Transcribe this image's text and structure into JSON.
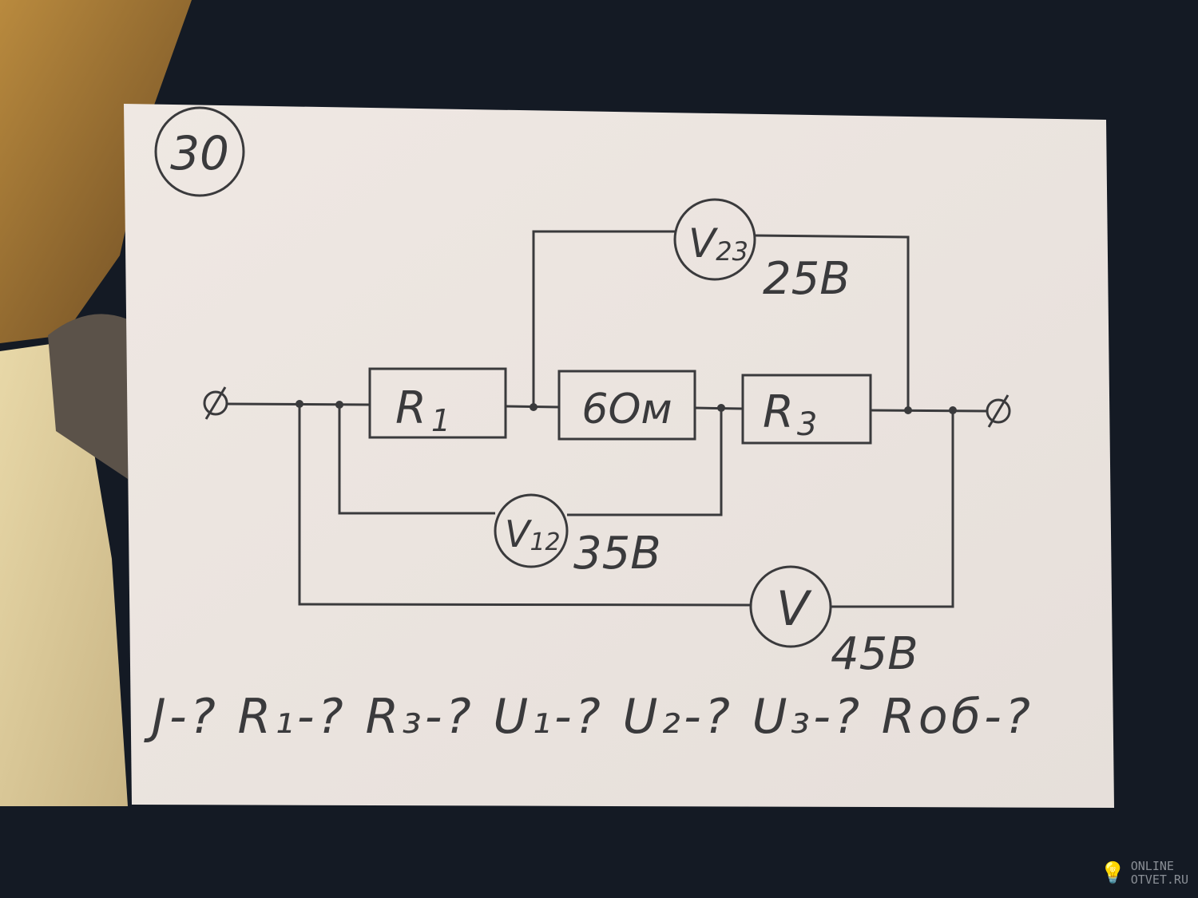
{
  "problem_number": "30",
  "resistors": [
    {
      "label": "R",
      "sub": "1"
    },
    {
      "label": "6Ом",
      "sub": ""
    },
    {
      "label": "R",
      "sub": "3"
    }
  ],
  "voltmeters": [
    {
      "label": "V",
      "sub": "23",
      "reading": "25В"
    },
    {
      "label": "V",
      "sub": "12",
      "reading": "35В"
    },
    {
      "label": "V",
      "sub": "",
      "reading": "45В"
    }
  ],
  "question": "Ј-? R₁-? R₃-? U₁-? U₂-? U₃-? Rоб-?",
  "watermark": {
    "line1": "ONLINE",
    "line2": "OTVET.RU"
  },
  "colors": {
    "paper": "#ece6e1",
    "ink": "#3a3a3c",
    "background": "#141a24"
  }
}
